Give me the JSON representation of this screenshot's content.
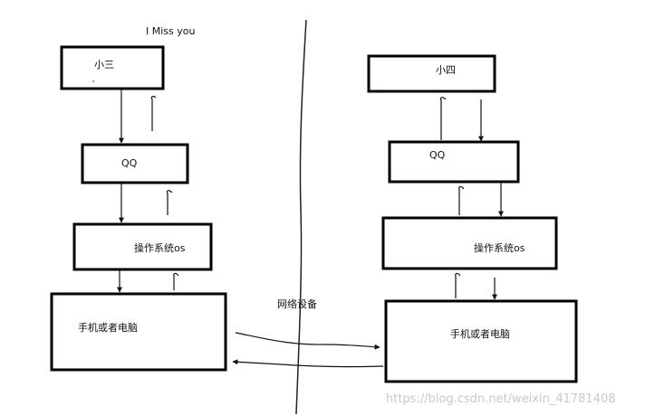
{
  "title_text": "I Miss you",
  "left": {
    "user": "小三",
    "app": "QQ",
    "os": "操作系统os",
    "device": "手机或者电脑"
  },
  "right": {
    "user": "小四",
    "app": "QQ",
    "os": "操作系统os",
    "device": "手机或者电脑"
  },
  "network_label": "网络设备",
  "watermark": "https://blog.csdn.net/weixin_41781408"
}
